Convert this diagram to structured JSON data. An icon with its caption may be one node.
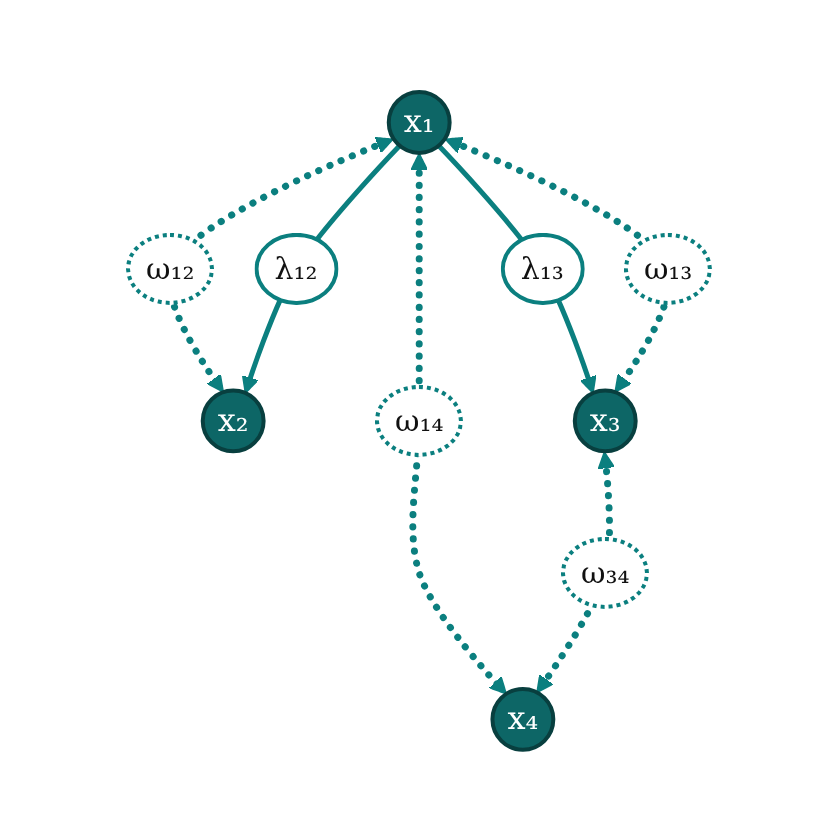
{
  "diagram": {
    "nodes": [
      {
        "text": [
          "x₁"
        ]
      },
      {
        "text": [
          "x₂"
        ]
      },
      {
        "text": [
          "x₃"
        ]
      },
      {
        "text": [
          "x₄"
        ]
      }
    ],
    "edges": [
      {
        "from": 0,
        "to": 1,
        "arrow": "both",
        "label": "ω₁₂",
        "style": "dashed"
      },
      {
        "from": 0,
        "to": 1,
        "arrow": "to",
        "label": "λ₁₂"
      },
      {
        "from": 0,
        "to": 2,
        "arrow": "to",
        "label": "λ₁₃"
      },
      {
        "from": 0,
        "to": 3,
        "arrow": "both",
        "label": "ω₁₄",
        "style": "dashed"
      },
      {
        "from": 0,
        "to": 2,
        "arrow": "both",
        "label": "ω₁₃",
        "style": "dashed"
      },
      {
        "from": 2,
        "to": 3,
        "arrow": "both",
        "label": "ω₃₄",
        "style": "dashed"
      }
    ]
  }
}
